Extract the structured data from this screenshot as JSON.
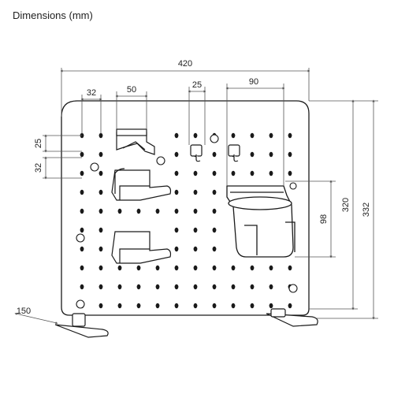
{
  "title": "Dimensions (mm)",
  "dimensions": {
    "overall_width": "420",
    "hole_spacing_h": "32",
    "hook_width": "50",
    "small_hook_spacing": "25",
    "cup_holder_width": "90",
    "row_spacing_25": "25",
    "row_spacing_32": "32",
    "cup_holder_height": "98",
    "panel_height": "320",
    "total_height": "332",
    "foot_depth": "150"
  },
  "colors": {
    "line": "#1a1a1a",
    "dim_line": "#555555",
    "fill": "#ffffff"
  }
}
